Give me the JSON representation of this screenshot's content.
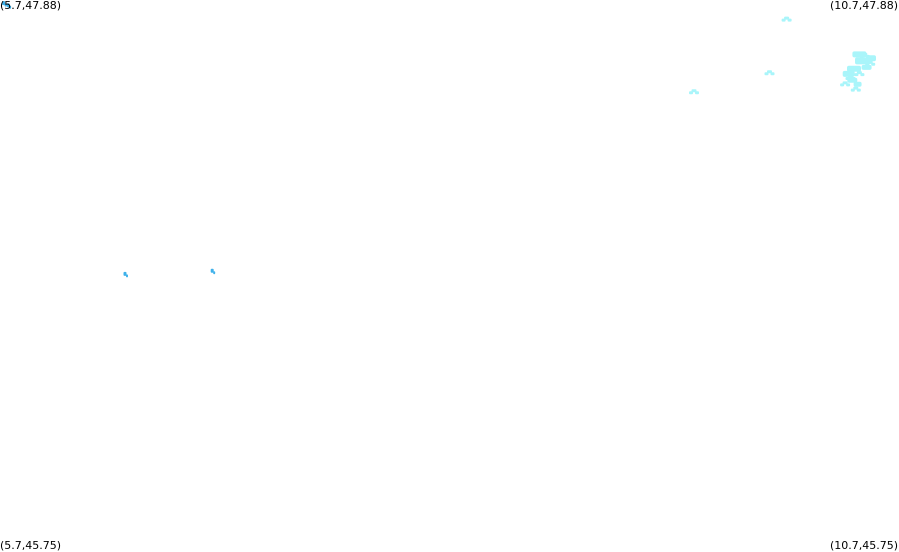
{
  "corners": {
    "top_left": "(5.7,47.88)",
    "top_right": "(10.7,47.88)",
    "bottom_left": "(5.7,45.75)",
    "bottom_right": "(10.7,45.75)"
  },
  "bounds": {
    "lon_min": 5.7,
    "lon_max": 10.7,
    "lat_min": 45.75,
    "lat_max": 47.88
  },
  "colors": {
    "background": "#ffffff",
    "deep_blue": "#3fb1ea",
    "light_cyan": "#a9f5fa",
    "label": "#000000"
  },
  "features": [
    {
      "kind": "deep",
      "lon": 5.72,
      "lat": 47.868
    },
    {
      "kind": "deep",
      "lon": 5.745,
      "lat": 47.86
    },
    {
      "kind": "deep",
      "lon": 6.395,
      "lat": 46.823
    },
    {
      "kind": "deep",
      "lon": 6.88,
      "lat": 46.835
    },
    {
      "kind": "light",
      "lon": 10.075,
      "lat": 47.81
    },
    {
      "kind": "light",
      "lon": 9.56,
      "lat": 47.53
    },
    {
      "kind": "light",
      "lon": 9.98,
      "lat": 47.603
    },
    {
      "kind": "light",
      "lon": 10.51,
      "lat": 47.67
    },
    {
      "kind": "light",
      "lon": 10.54,
      "lat": 47.64
    },
    {
      "kind": "light",
      "lon": 10.48,
      "lat": 47.6
    },
    {
      "kind": "light",
      "lon": 10.43,
      "lat": 47.585
    },
    {
      "kind": "light",
      "lon": 10.4,
      "lat": 47.56
    },
    {
      "kind": "light",
      "lon": 10.46,
      "lat": 47.54
    }
  ]
}
